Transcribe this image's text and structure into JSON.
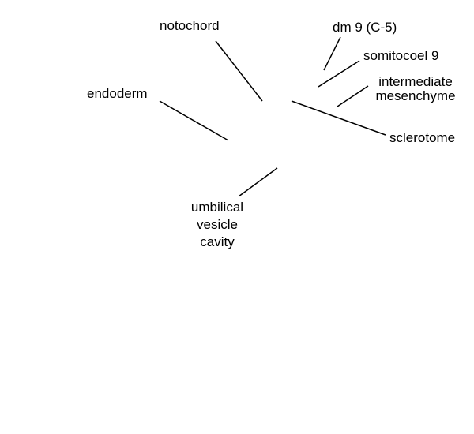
{
  "labels": {
    "notochord": "notochord",
    "dm9": "dm 9 (C-5)",
    "somitocoel": "somitocoel 9",
    "intermediate_mesenchyme": [
      "intermediate",
      "mesenchyme"
    ],
    "endoderm": "endoderm",
    "sclerotome": "sclerotome",
    "umbilical_vesicle_cavity": [
      "umbilical",
      "vesicle",
      "cavity"
    ]
  }
}
